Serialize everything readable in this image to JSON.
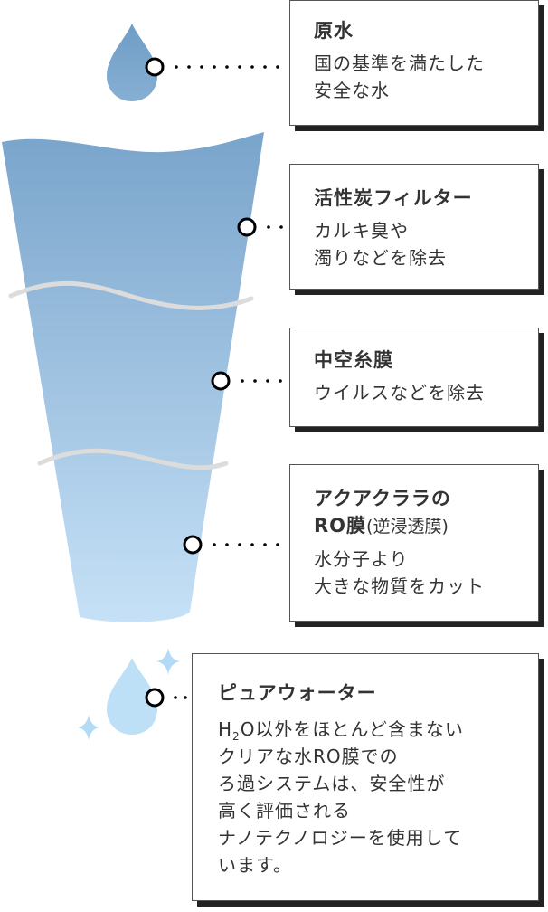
{
  "steps": [
    {
      "title": "原水",
      "text": [
        "国の基準を満たした",
        "安全な水"
      ]
    },
    {
      "title": "活性炭フィルター",
      "text": [
        "カルキ臭や",
        "濁りなどを除去"
      ]
    },
    {
      "title": "中空糸膜",
      "text": [
        "ウイルスなどを除去"
      ]
    },
    {
      "title_lines": [
        "アクアクララの",
        "RO膜"
      ],
      "title_sub": "(逆浸透膜)",
      "text": [
        "水分子より",
        "大きな物質をカット"
      ]
    },
    {
      "title": "ピュアウォーター",
      "text_first_prefix": "H",
      "text_first_subscript": "2",
      "text_first_rest": "O以外をほとんど含まない",
      "text": [
        "クリアな水RO膜での",
        "ろ過システムは、安全性が",
        "高く評価される",
        "ナノテクノロジーを使用して",
        "います。"
      ]
    }
  ],
  "colors": {
    "water_top": "#7ba6cc",
    "water_bottom": "#c4e0f7",
    "wave": "#dcdcdc",
    "border": "#555555",
    "shadow": "#222222",
    "sparkle": "#b3dbf5"
  },
  "icons": [
    "water-drop-icon",
    "sparkle-icon"
  ]
}
